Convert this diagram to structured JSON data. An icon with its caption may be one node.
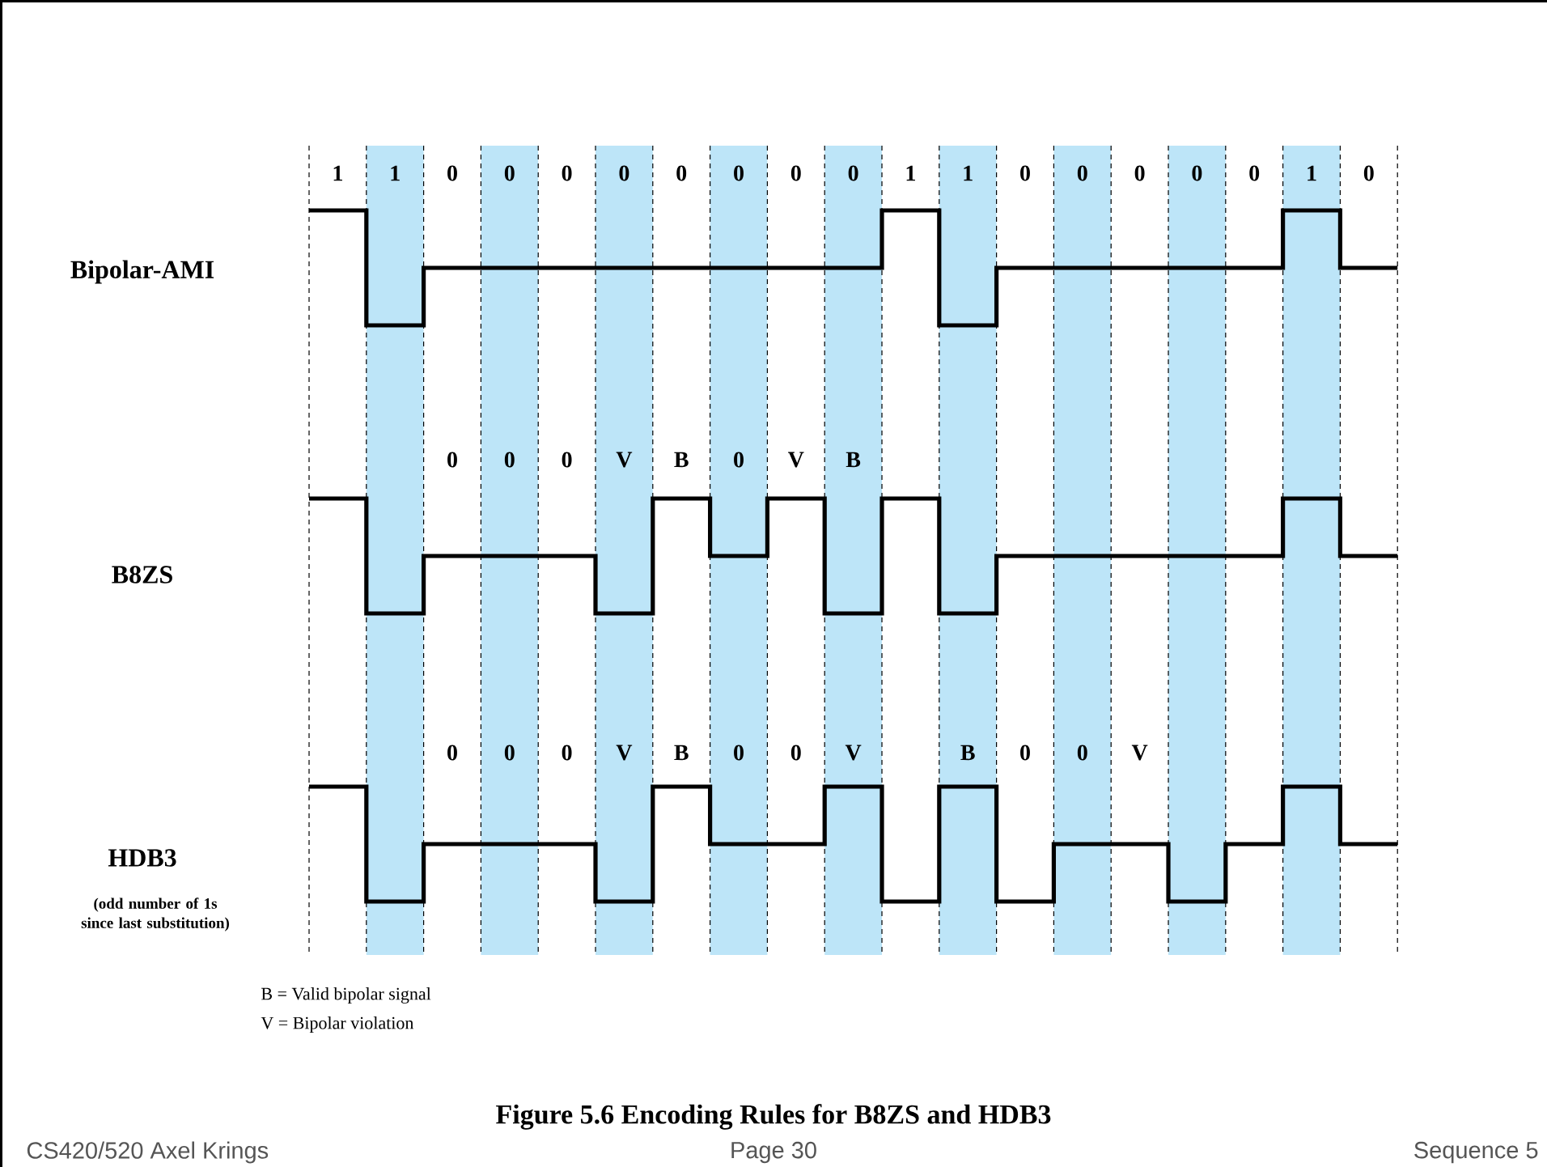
{
  "diagram": {
    "caption": "Figure 5.6   Encoding Rules for B8ZS and HDB3",
    "labels": [
      "1",
      "1",
      "0",
      "0",
      "0",
      "0",
      "0",
      "0",
      "0",
      "0",
      "1",
      "1",
      "0",
      "0",
      "0",
      "0",
      "0",
      "1",
      "0",
      "Bipolar-AMI",
      "0",
      "0",
      "0",
      "V",
      "B",
      "0",
      "V",
      "B",
      "B8ZS",
      "0",
      "0",
      "0",
      "V",
      "B",
      "0",
      "0",
      "V",
      "B",
      "0",
      "0",
      "V",
      "HDB3",
      "(odd number of 1s since last substitution)",
      "B = Valid bipolar signal",
      "V = Bipolar violation",
      "CS420/520 Axel Krings",
      "Page 30",
      "Sequence 5"
    ]
  }
}
